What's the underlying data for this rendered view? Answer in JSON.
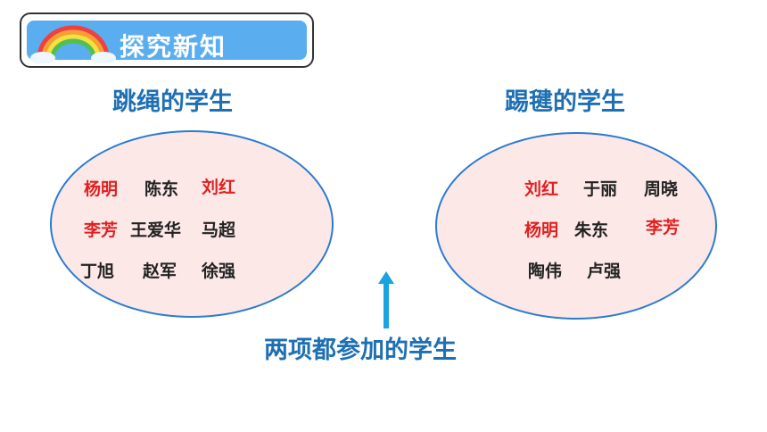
{
  "banner": {
    "title": "探究新知",
    "icon": "rainbow-cloud-icon"
  },
  "left_group": {
    "heading": "跳绳的学生",
    "names": [
      {
        "text": "杨明",
        "highlight": true
      },
      {
        "text": "陈东",
        "highlight": false
      },
      {
        "text": "刘红",
        "highlight": true
      },
      {
        "text": "李芳",
        "highlight": true
      },
      {
        "text": "王爱华",
        "highlight": false
      },
      {
        "text": "马超",
        "highlight": false
      },
      {
        "text": "丁旭",
        "highlight": false
      },
      {
        "text": "赵军",
        "highlight": false
      },
      {
        "text": "徐强",
        "highlight": false
      }
    ]
  },
  "right_group": {
    "heading": "踢毽的学生",
    "names": [
      {
        "text": "刘红",
        "highlight": true
      },
      {
        "text": "于丽",
        "highlight": false
      },
      {
        "text": "周晓",
        "highlight": false
      },
      {
        "text": "杨明",
        "highlight": true
      },
      {
        "text": "朱东",
        "highlight": false
      },
      {
        "text": "李芳",
        "highlight": true
      },
      {
        "text": "陶伟",
        "highlight": false
      },
      {
        "text": "卢强",
        "highlight": false
      }
    ]
  },
  "both_label": "两项都参加的学生",
  "colors": {
    "highlight": "#e02020",
    "heading": "#1f6fb3",
    "ellipse_fill": "#fde8e8",
    "ellipse_border": "#2b7bd0",
    "arrow": "#1aa3e0"
  }
}
